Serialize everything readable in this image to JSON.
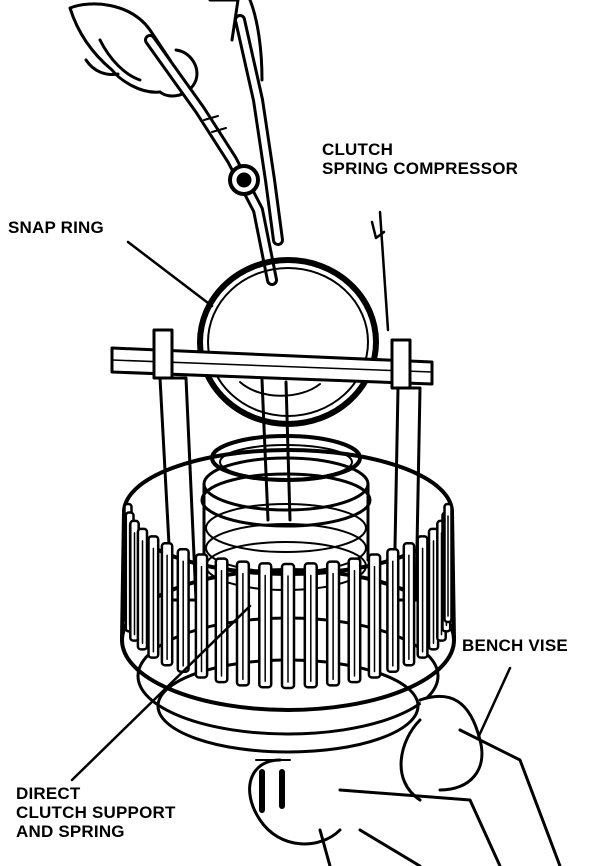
{
  "labels": {
    "clutch_spring_compressor": [
      "CLUTCH",
      "SPRING COMPRESSOR"
    ],
    "snap_ring": "SNAP RING",
    "bench_vise": "BENCH VISE",
    "direct_clutch_support": [
      "DIRECT",
      "CLUTCH SUPPORT",
      "AND SPRING"
    ]
  },
  "colors": {
    "ink": "#000000",
    "paper": "#ffffff"
  }
}
